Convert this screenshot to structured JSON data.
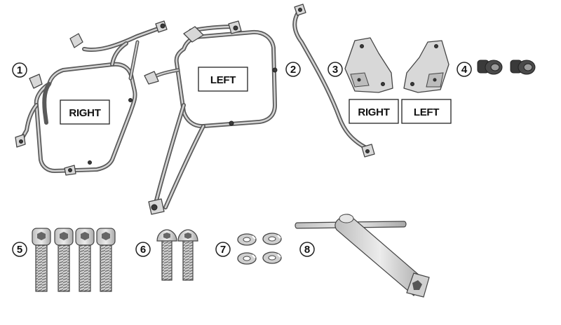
{
  "callouts": [
    {
      "id": "1",
      "text": "1"
    },
    {
      "id": "2",
      "text": "2"
    },
    {
      "id": "3",
      "text": "3"
    },
    {
      "id": "4",
      "text": "4"
    },
    {
      "id": "5",
      "text": "5"
    },
    {
      "id": "6",
      "text": "6"
    },
    {
      "id": "7",
      "text": "7"
    },
    {
      "id": "8",
      "text": "8"
    }
  ],
  "labels": {
    "frame_right": "RIGHT",
    "frame_left": "LEFT",
    "plate_right": "RIGHT",
    "plate_left": "LEFT"
  }
}
